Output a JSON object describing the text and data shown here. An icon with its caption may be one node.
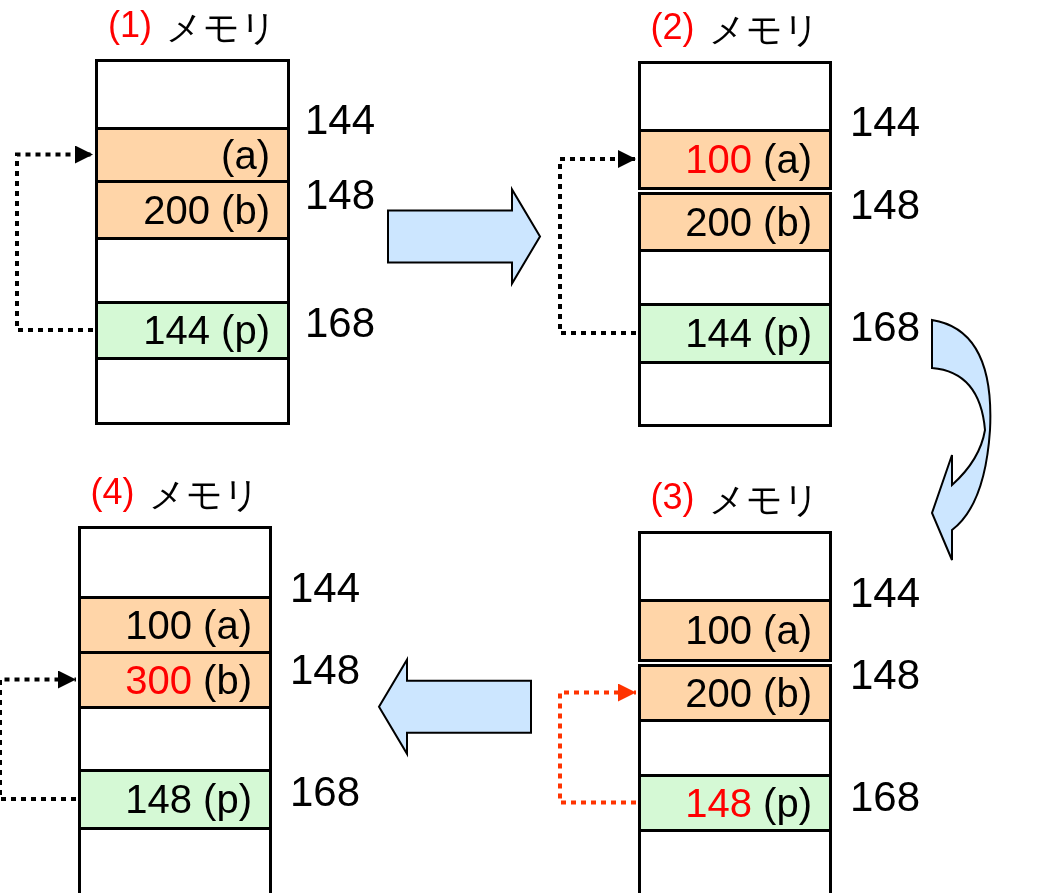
{
  "diagram": {
    "nodes": [
      {
        "text": [
          "(1)",
          "メモリ"
        ]
      },
      {
        "text": [],
        "shape": "box",
        "in": 0
      },
      {
        "text": [
          "(a)"
        ],
        "in": 0,
        "beside": [
          "144"
        ]
      },
      {
        "text": [
          "200 (b)"
        ],
        "in": 0,
        "beside": [
          "148"
        ]
      },
      {
        "text": [],
        "shape": "box",
        "in": 0
      },
      {
        "text": [
          "144 (p)"
        ],
        "in": 0,
        "beside": [
          "168"
        ]
      },
      {
        "text": [],
        "shape": "box",
        "in": 0
      },
      {
        "text": [
          "(2)",
          "メモリ"
        ]
      },
      {
        "text": [],
        "shape": "box",
        "in": 7
      },
      {
        "text": [
          "100 (a)"
        ],
        "in": 7,
        "beside": [
          "144"
        ]
      },
      {
        "text": [
          "200 (b)"
        ],
        "in": 7,
        "beside": [
          "148"
        ]
      },
      {
        "text": [],
        "shape": "box",
        "in": 7
      },
      {
        "text": [
          "144 (p)"
        ],
        "in": 7,
        "beside": [
          "168"
        ]
      },
      {
        "text": [],
        "shape": "box",
        "in": 7
      },
      {
        "text": [
          "(4)",
          "メモリ"
        ]
      },
      {
        "text": [],
        "shape": "box",
        "in": 14
      },
      {
        "text": [
          "100 (a)"
        ],
        "in": 14,
        "beside": [
          "144"
        ]
      },
      {
        "text": [
          "300 (b)"
        ],
        "in": 14,
        "beside": [
          "148"
        ]
      },
      {
        "text": [],
        "shape": "box",
        "in": 14
      },
      {
        "text": [
          "148 (p)"
        ],
        "in": 14,
        "beside": [
          "168"
        ]
      },
      {
        "text": [],
        "shape": "box",
        "in": 14
      },
      {
        "text": [
          "(3)",
          "メモリ"
        ]
      },
      {
        "text": [],
        "shape": "box",
        "in": 21
      },
      {
        "text": [
          "100 (a)"
        ],
        "in": 21,
        "beside": [
          "144"
        ]
      },
      {
        "text": [
          "200 (b)"
        ],
        "in": 21,
        "beside": [
          "148"
        ]
      },
      {
        "text": [],
        "shape": "box",
        "in": 21
      },
      {
        "text": [
          "148 (p)"
        ],
        "in": 21,
        "beside": [
          "168"
        ]
      },
      {
        "text": [],
        "shape": "box",
        "in": 21
      }
    ],
    "edges": [
      {
        "from": 5,
        "to": 2,
        "arrow": "to",
        "style": "dashed"
      },
      {
        "from": 12,
        "to": 9,
        "arrow": "to",
        "style": "dashed"
      },
      {
        "from": 19,
        "to": 17,
        "arrow": "to",
        "style": "dashed"
      },
      {
        "from": 26,
        "to": 24,
        "arrow": "to",
        "style": "dashed",
        "color": "#ff3300"
      },
      {
        "from": 0,
        "to": 7,
        "arrow": "to",
        "style": "thick",
        "color": "#cce6ff"
      },
      {
        "from": 7,
        "to": 21,
        "arrow": "to",
        "style": "thick",
        "color": "#cce6ff"
      },
      {
        "from": 21,
        "to": 14,
        "arrow": "to",
        "style": "thick",
        "color": "#cce6ff"
      }
    ]
  }
}
